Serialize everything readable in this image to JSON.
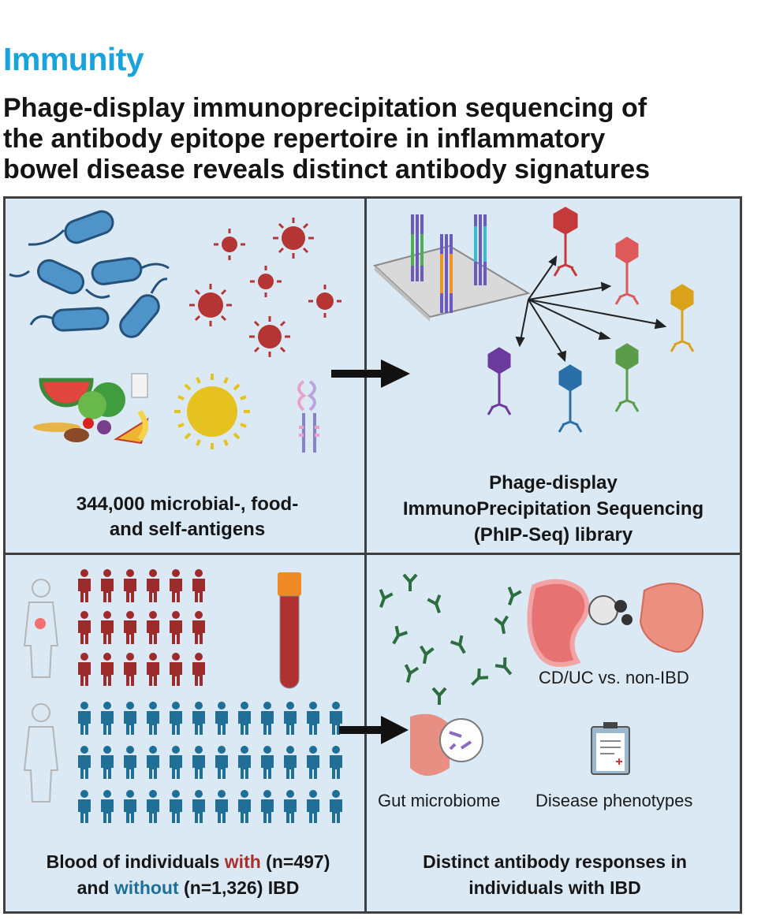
{
  "journal": "Immunity",
  "title": [
    "Phage-display immunoprecipitation sequencing of",
    "the antibody epitope repertoire in inflammatory",
    "bowel disease reveals distinct antibody signatures"
  ],
  "panels": {
    "antigens": {
      "line1": "344,000 microbial-, food-",
      "line2": "and self-antigens"
    },
    "library": {
      "line1": "Phage-display",
      "line2": "ImmunoPrecipitation Sequencing",
      "line3": "(PhIP-Seq) library"
    },
    "blood": {
      "prefix": "Blood of individuals ",
      "with": "with",
      "with_n": " (n=497)",
      "and": "and ",
      "without": "without",
      "without_n": " (n=1,326) IBD"
    },
    "responses": {
      "line1": "Distinct antibody responses in",
      "line2": "individuals with IBD",
      "comparison": "CD/UC vs. non-IBD",
      "microbiome": "Gut microbiome",
      "phenotypes": "Disease phenotypes"
    }
  },
  "colors": {
    "ibd": "#a8312b",
    "non_ibd": "#1f6f97",
    "journal": "#19a3db",
    "panel": "#dbe9f4"
  }
}
